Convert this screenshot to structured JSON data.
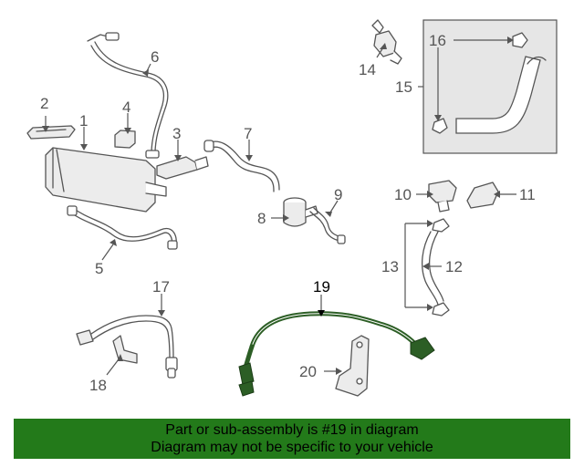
{
  "diagram": {
    "callouts": {
      "c1": "1",
      "c2": "2",
      "c3": "3",
      "c4": "4",
      "c5": "5",
      "c6": "6",
      "c7": "7",
      "c8": "8",
      "c9": "9",
      "c10": "10",
      "c11": "11",
      "c12": "12",
      "c13": "13",
      "c14": "14",
      "c15": "15",
      "c16": "16",
      "c17": "17",
      "c18": "18",
      "c19": "19",
      "c20": "20"
    },
    "highlighted_part": "19",
    "colors": {
      "highlight": "#2c5e25",
      "line": "#555555",
      "banner": "#237a1a",
      "inset_box": "#e6e6e6"
    }
  },
  "footer": {
    "line1": "Part or sub-assembly is #19 in diagram",
    "line2": "Diagram may not be specific to your vehicle"
  }
}
